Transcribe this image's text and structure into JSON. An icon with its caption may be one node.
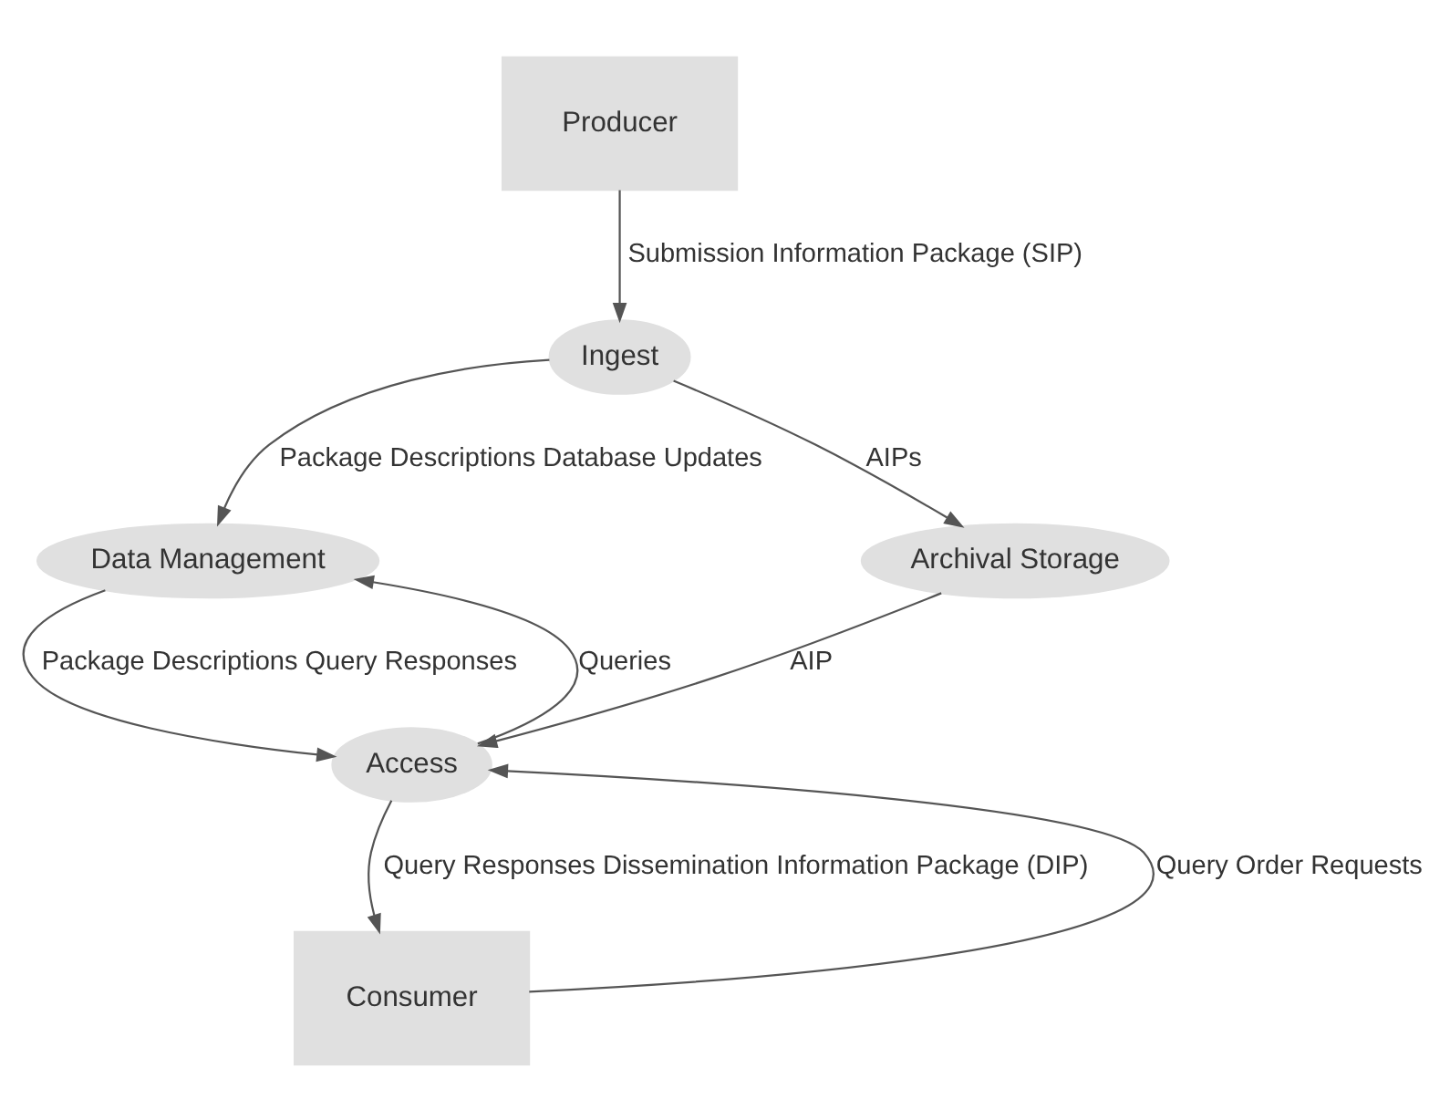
{
  "diagram": {
    "nodes": [
      {
        "text": [
          "Producer"
        ]
      },
      {
        "text": [
          "Ingest"
        ]
      },
      {
        "text": [
          "Data Management"
        ]
      },
      {
        "text": [
          "Archival Storage"
        ]
      },
      {
        "text": [
          "Access"
        ]
      },
      {
        "text": [
          "Consumer"
        ]
      }
    ],
    "edges": [
      {
        "from": 0,
        "to": 1,
        "arrow": "to",
        "label": "Submission Information Package (SIP)"
      },
      {
        "from": 1,
        "to": 2,
        "arrow": "to",
        "label": "Package Descriptions Database Updates"
      },
      {
        "from": 1,
        "to": 3,
        "arrow": "to",
        "label": "AIPs"
      },
      {
        "from": 4,
        "to": 2,
        "arrow": "to",
        "label": "Queries"
      },
      {
        "from": 2,
        "to": 4,
        "arrow": "to",
        "label": "Package Descriptions Query Responses"
      },
      {
        "from": 3,
        "to": 4,
        "arrow": "to",
        "label": "AIP"
      },
      {
        "from": 5,
        "to": 4,
        "arrow": "to",
        "label": "Query Order Requests"
      },
      {
        "from": 4,
        "to": 5,
        "arrow": "to",
        "label": "Query Responses Dissemination Information Package (DIP)"
      }
    ]
  }
}
